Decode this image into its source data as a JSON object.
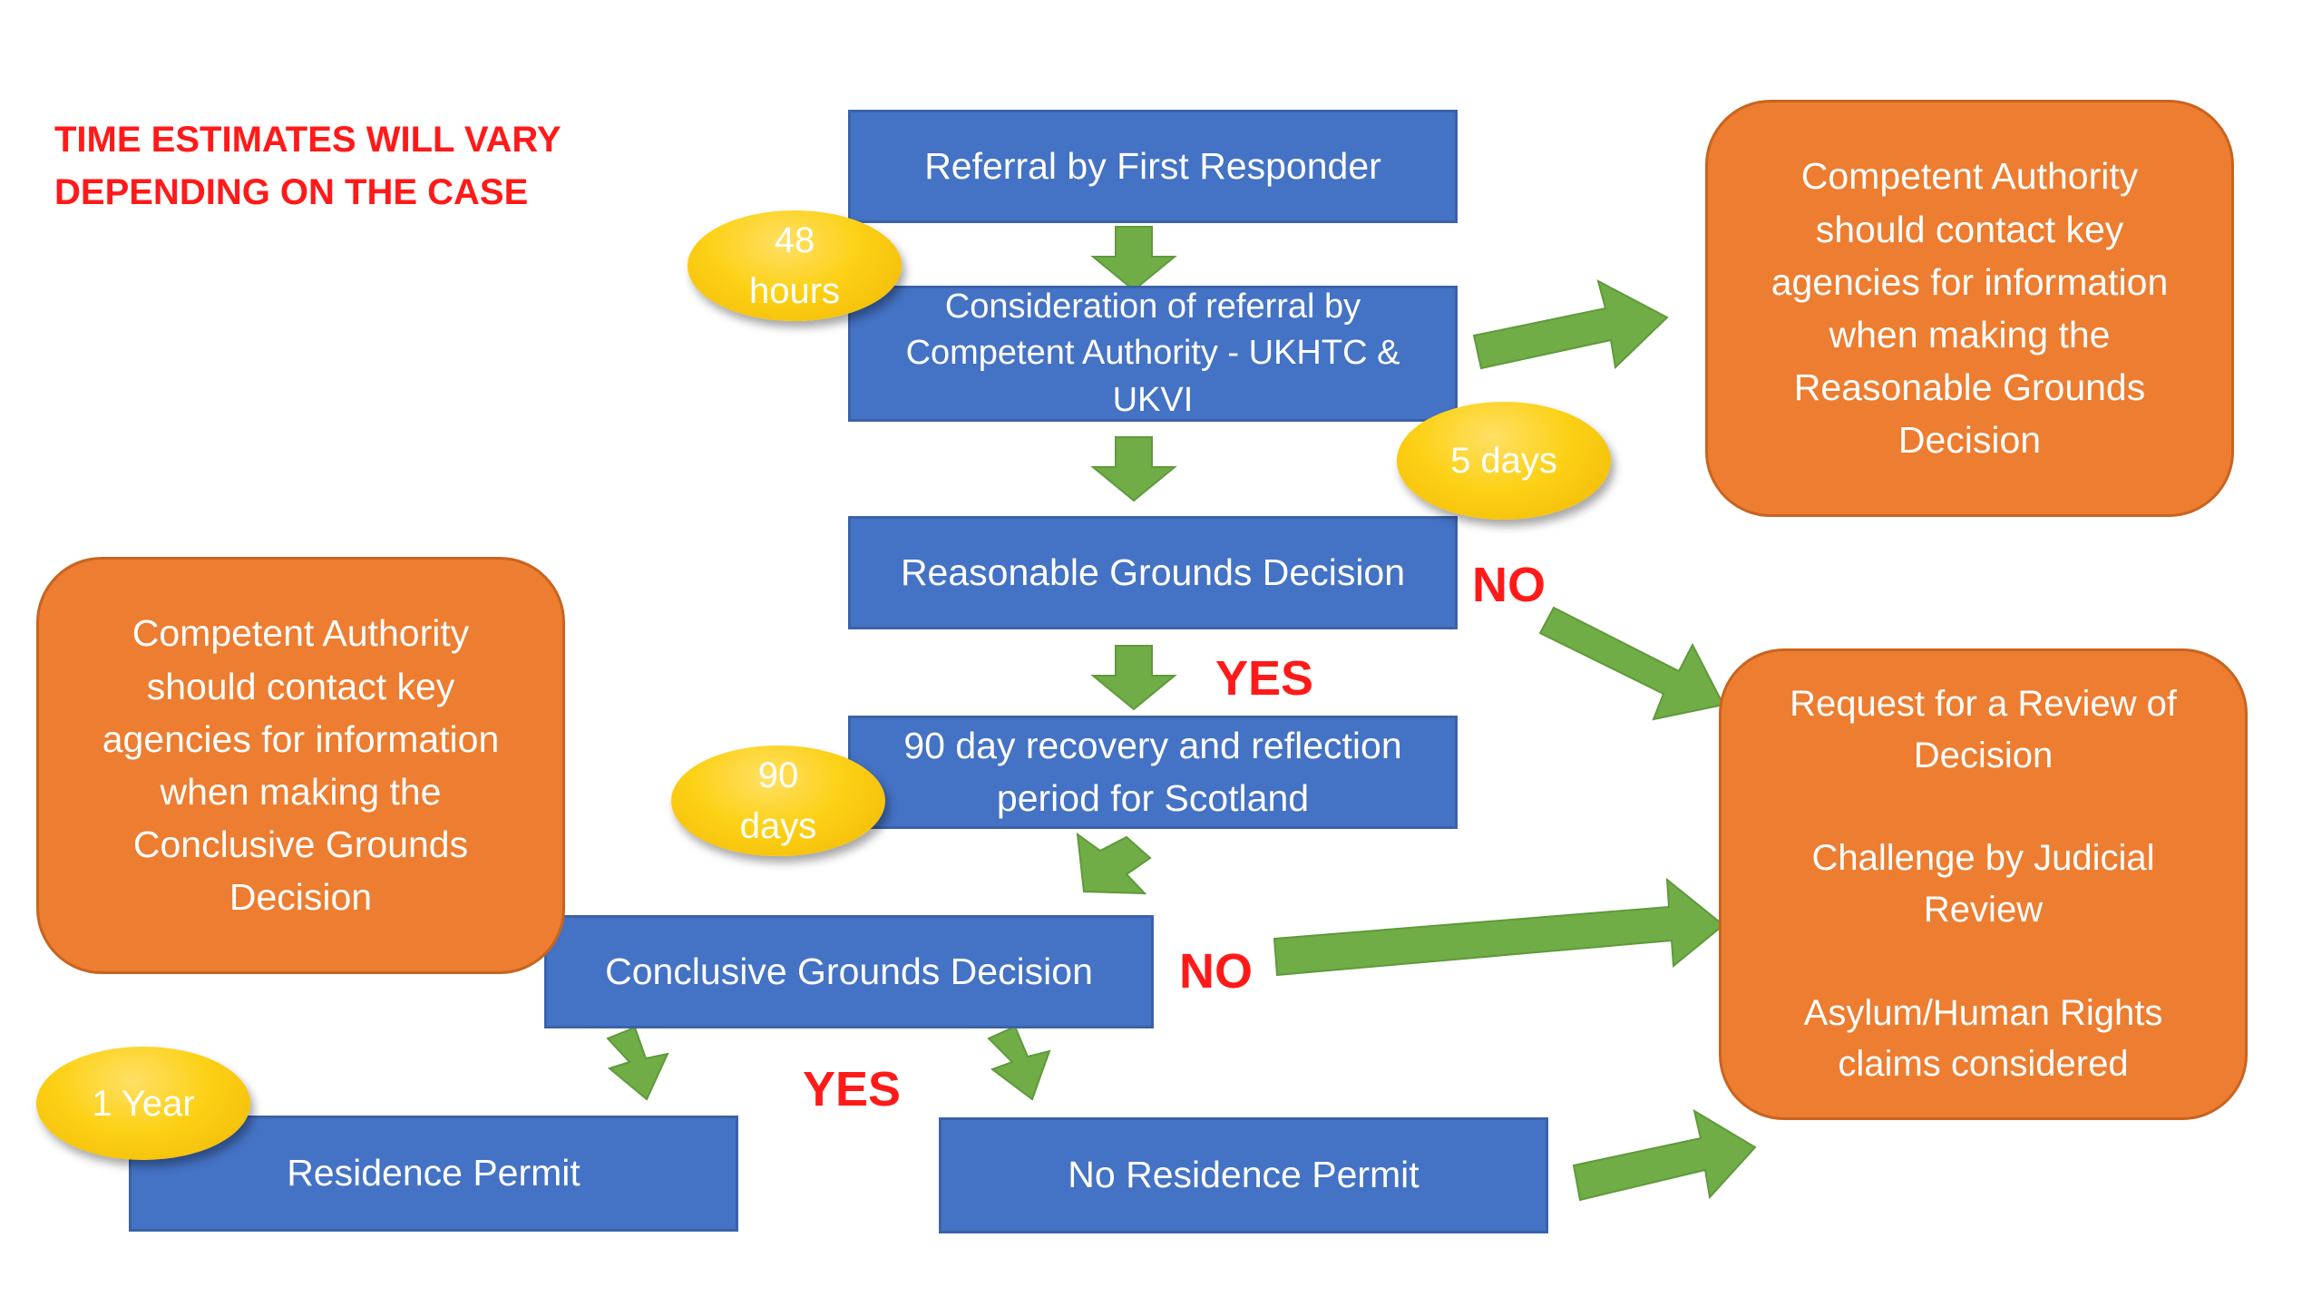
{
  "note": "TIME ESTIMATES WILL VARY\nDEPENDING ON THE CASE",
  "steps": {
    "referral": "Referral by First Responder",
    "consideration": "Consideration of referral by\nCompetent Authority - UKHTC &\nUKVI",
    "reasonable_grounds": "Reasonable Grounds Decision",
    "recovery_period": "90 day recovery and reflection\nperiod for Scotland",
    "conclusive_grounds": "Conclusive Grounds Decision",
    "residence_permit": "Residence Permit",
    "no_residence_permit": "No Residence Permit"
  },
  "callouts": {
    "rg_contact": "Competent Authority\nshould contact key\nagencies for information\nwhen making the\nReasonable Grounds\nDecision",
    "cg_contact": "Competent Authority\nshould contact key\nagencies for information\nwhen making the\nConclusive Grounds\nDecision",
    "review": "Request for a Review of\nDecision\n\nChallenge by Judicial\nReview\n\nAsylum/Human Rights\nclaims considered"
  },
  "time_estimates": {
    "hours_48": "48\nhours",
    "days_5": "5 days",
    "days_90": "90\ndays",
    "year_1": "1 Year"
  },
  "labels": {
    "rg_no": "NO",
    "rg_yes": "YES",
    "cg_no": "NO",
    "cg_yes": "YES"
  },
  "colors": {
    "step_blue": "#4472c4",
    "callout_orange": "#ed7d31",
    "arrow_green": "#70ad47",
    "time_yellow": "#fcd116",
    "label_red": "#ff1a1a"
  }
}
